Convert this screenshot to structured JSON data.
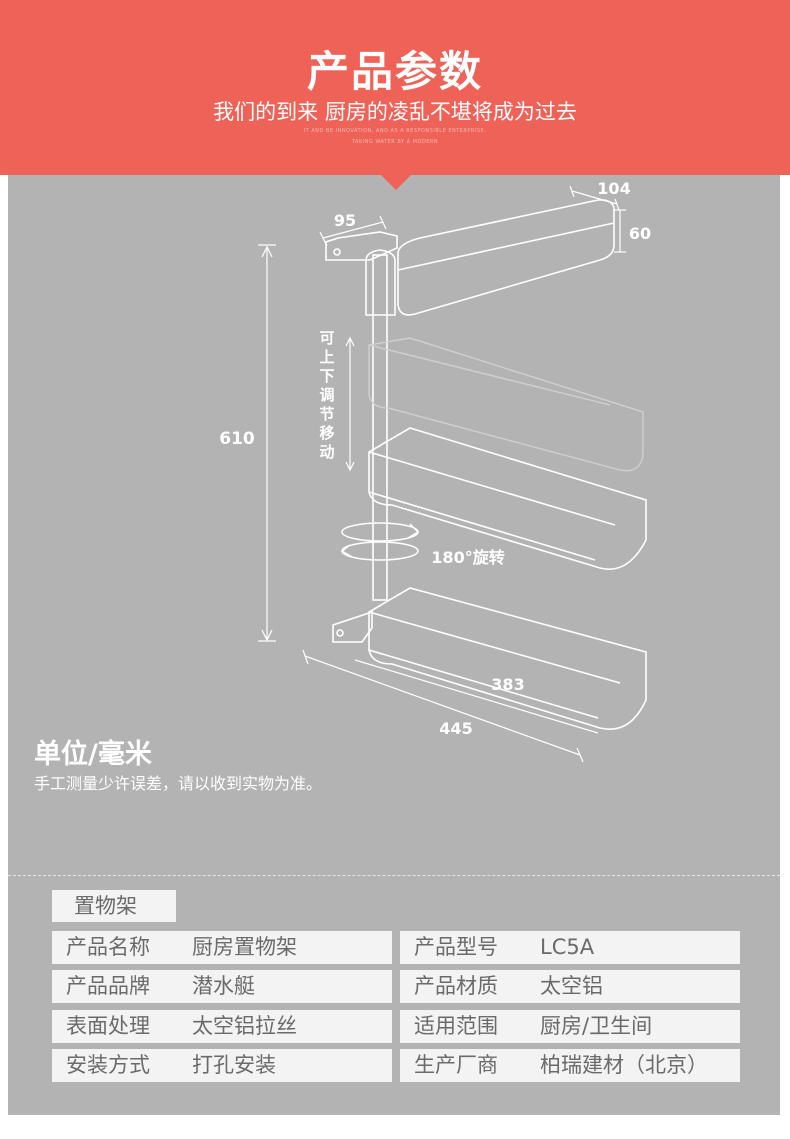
{
  "banner": {
    "title": "产品参数",
    "subtitle": "我们的到来 厨房的凌乱不堪将成为过去",
    "tiny_line_1": "IT AND BE INNOVATION, AND AS A RESPONSIBLE ENTERPRISE,",
    "tiny_line_2": "TAKING WATER BY A MODERN",
    "accent_color": "#ef6258"
  },
  "diagram": {
    "dim_top_width": "104",
    "dim_top_height": "60",
    "dim_bracket": "95",
    "dim_total_height": "610",
    "adjust_label": [
      "可",
      "上",
      "下",
      "调",
      "节",
      "移",
      "动"
    ],
    "rotate_label": "180°旋转",
    "dim_inner_width": "383",
    "dim_outer_width": "445",
    "panel_color": "#b3b3b3"
  },
  "unit": {
    "title": "单位/毫米",
    "note": "手工测量少许误差，请以收到实物为准。"
  },
  "specs": {
    "header": "置物架",
    "left": [
      {
        "label": "产品名称",
        "value": "厨房置物架"
      },
      {
        "label": "产品品牌",
        "value": "潜水艇"
      },
      {
        "label": "表面处理",
        "value": "太空铝拉丝"
      },
      {
        "label": "安装方式",
        "value": "打孔安装"
      }
    ],
    "right": [
      {
        "label": "产品型号",
        "value": "LC5A"
      },
      {
        "label": "产品材质",
        "value": "太空铝"
      },
      {
        "label": "适用范围",
        "value": "厨房/卫生间"
      },
      {
        "label": "生产厂商",
        "value": "柏瑞建材（北京）"
      }
    ]
  }
}
